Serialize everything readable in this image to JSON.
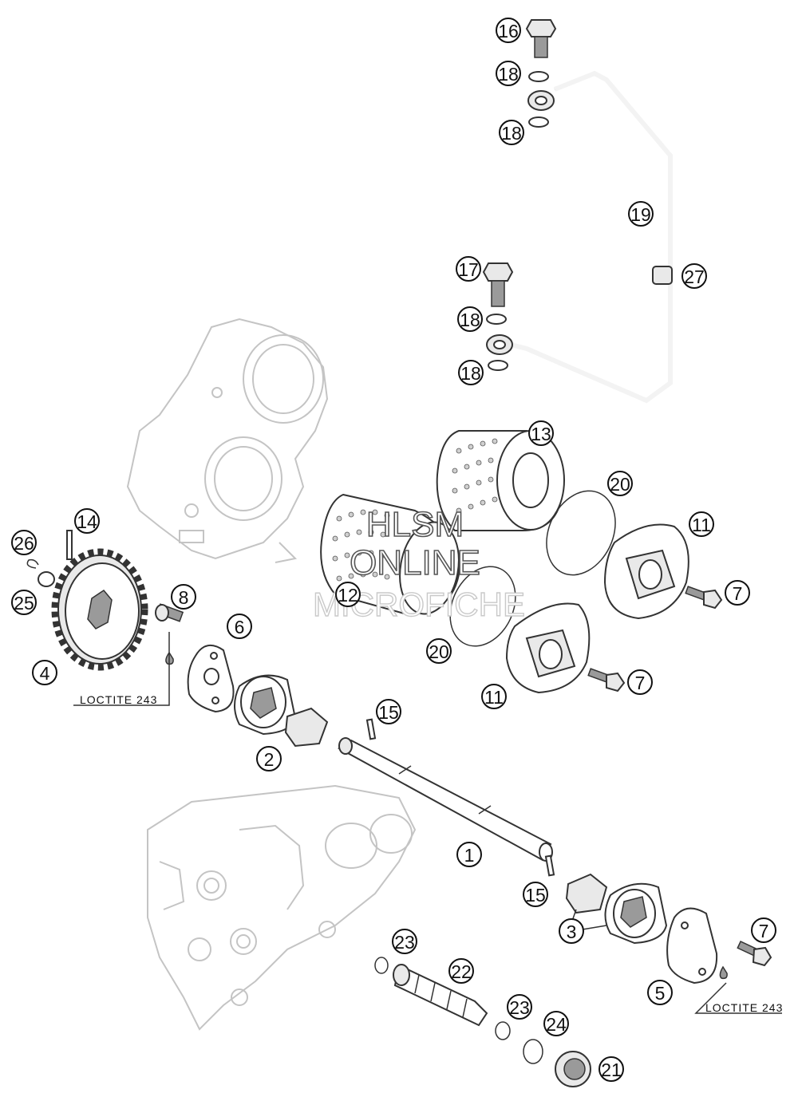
{
  "watermark": {
    "line1": "HLSM",
    "line2": "ONLINE",
    "line3": "MICROFICHE"
  },
  "notes": {
    "loctite_left": "LOCTITE 243",
    "loctite_right": "LOCTITE 243"
  },
  "callouts": {
    "c16": "16",
    "c18a": "18",
    "c18b": "18",
    "c19": "19",
    "c27": "27",
    "c17": "17",
    "c18c": "18",
    "c18d": "18",
    "c13": "13",
    "c20a": "20",
    "c11a": "11",
    "c7a": "7",
    "c12": "12",
    "c20b": "20",
    "c11b": "11",
    "c7b": "7",
    "c14": "14",
    "c26": "26",
    "c25": "25",
    "c4": "4",
    "c8": "8",
    "c6": "6",
    "c2": "2",
    "c15a": "15",
    "c1": "1",
    "c15b": "15",
    "c3": "3",
    "c7c": "7",
    "c5": "5",
    "c23a": "23",
    "c22": "22",
    "c23b": "23",
    "c24": "24",
    "c21": "21"
  }
}
